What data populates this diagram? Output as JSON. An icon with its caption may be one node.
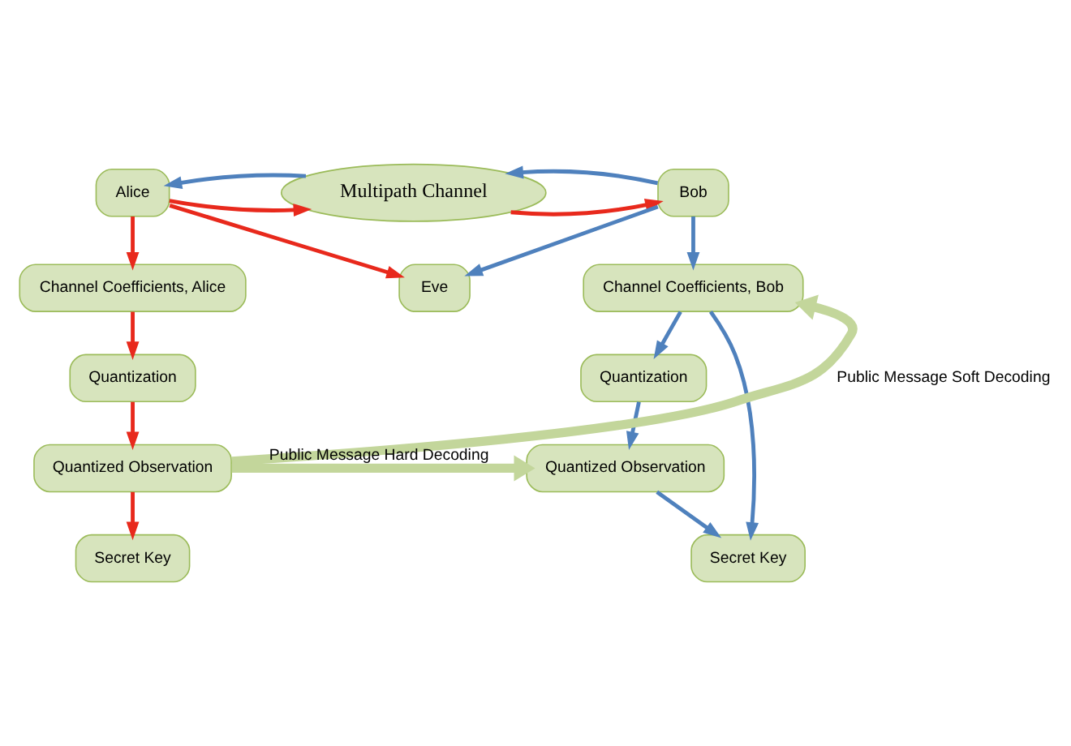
{
  "diagram": {
    "nodes": [
      {
        "text": [
          "Alice"
        ]
      },
      {
        "text": [
          "Multipath Channel"
        ]
      },
      {
        "text": [
          "Bob"
        ]
      },
      {
        "text": [
          "Channel Coefficients, Alice"
        ]
      },
      {
        "text": [
          "Eve"
        ]
      },
      {
        "text": [
          "Channel Coefficients, Bob"
        ]
      },
      {
        "text": [
          "Quantization"
        ]
      },
      {
        "text": [
          "Quantization"
        ]
      },
      {
        "text": [
          "Quantized Observation"
        ]
      },
      {
        "text": [
          "Quantized Observation"
        ]
      },
      {
        "text": [
          "Secret Key"
        ]
      },
      {
        "text": [
          "Secret Key"
        ]
      }
    ],
    "edges": [
      {
        "from": 0,
        "to": 1,
        "arrow": "to",
        "color": "#e8291c"
      },
      {
        "from": 1,
        "to": 0,
        "arrow": "to",
        "color": "#4f81bd"
      },
      {
        "from": 1,
        "to": 2,
        "arrow": "to",
        "color": "#e8291c"
      },
      {
        "from": 2,
        "to": 1,
        "arrow": "to",
        "color": "#4f81bd"
      },
      {
        "from": 0,
        "to": 3,
        "arrow": "to",
        "color": "#e8291c"
      },
      {
        "from": 0,
        "to": 4,
        "arrow": "to",
        "color": "#e8291c"
      },
      {
        "from": 2,
        "to": 4,
        "arrow": "to",
        "color": "#4f81bd"
      },
      {
        "from": 2,
        "to": 5,
        "arrow": "to",
        "color": "#4f81bd"
      },
      {
        "from": 3,
        "to": 6,
        "arrow": "to",
        "color": "#e8291c"
      },
      {
        "from": 5,
        "to": 7,
        "arrow": "to",
        "color": "#4f81bd"
      },
      {
        "from": 5,
        "to": 11,
        "arrow": "to",
        "color": "#4f81bd"
      },
      {
        "from": 6,
        "to": 8,
        "arrow": "to",
        "color": "#e8291c"
      },
      {
        "from": 8,
        "to": 5,
        "arrow": "to",
        "label": "Public Message Soft Decoding",
        "style": "thick",
        "color": "#c3d69b"
      },
      {
        "from": 8,
        "to": 9,
        "arrow": "to",
        "label": "Public Message Hard Decoding",
        "style": "thick",
        "color": "#c3d69b"
      },
      {
        "from": 7,
        "to": 9,
        "arrow": "to",
        "color": "#4f81bd"
      },
      {
        "from": 8,
        "to": 10,
        "arrow": "to",
        "color": "#e8291c"
      },
      {
        "from": 9,
        "to": 11,
        "arrow": "to",
        "color": "#4f81bd"
      }
    ]
  }
}
